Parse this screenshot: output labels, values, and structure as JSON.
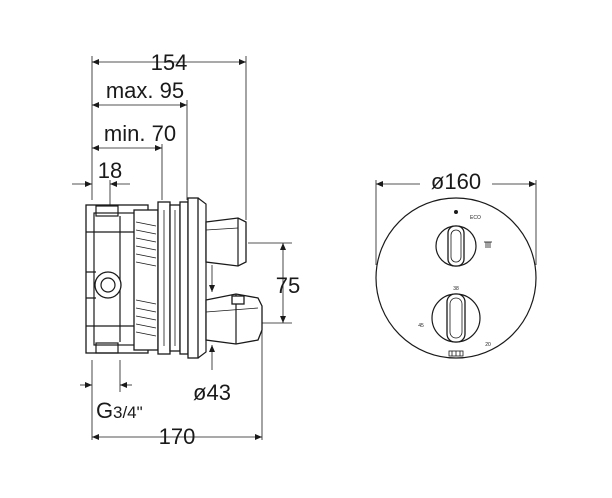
{
  "side_view": {
    "dim_overall": "154",
    "dim_max": "max. 95",
    "dim_min": "min. 70",
    "dim_offset": "18",
    "dim_spacing": "75",
    "dim_diameter": "ø43",
    "dim_thread": "G",
    "dim_thread_size": "3/4\"",
    "dim_depth": "170"
  },
  "front_view": {
    "dim_plate": "ø160",
    "label_eco": "ECO",
    "label_38": "38",
    "label_45": "45",
    "label_20": "20"
  }
}
